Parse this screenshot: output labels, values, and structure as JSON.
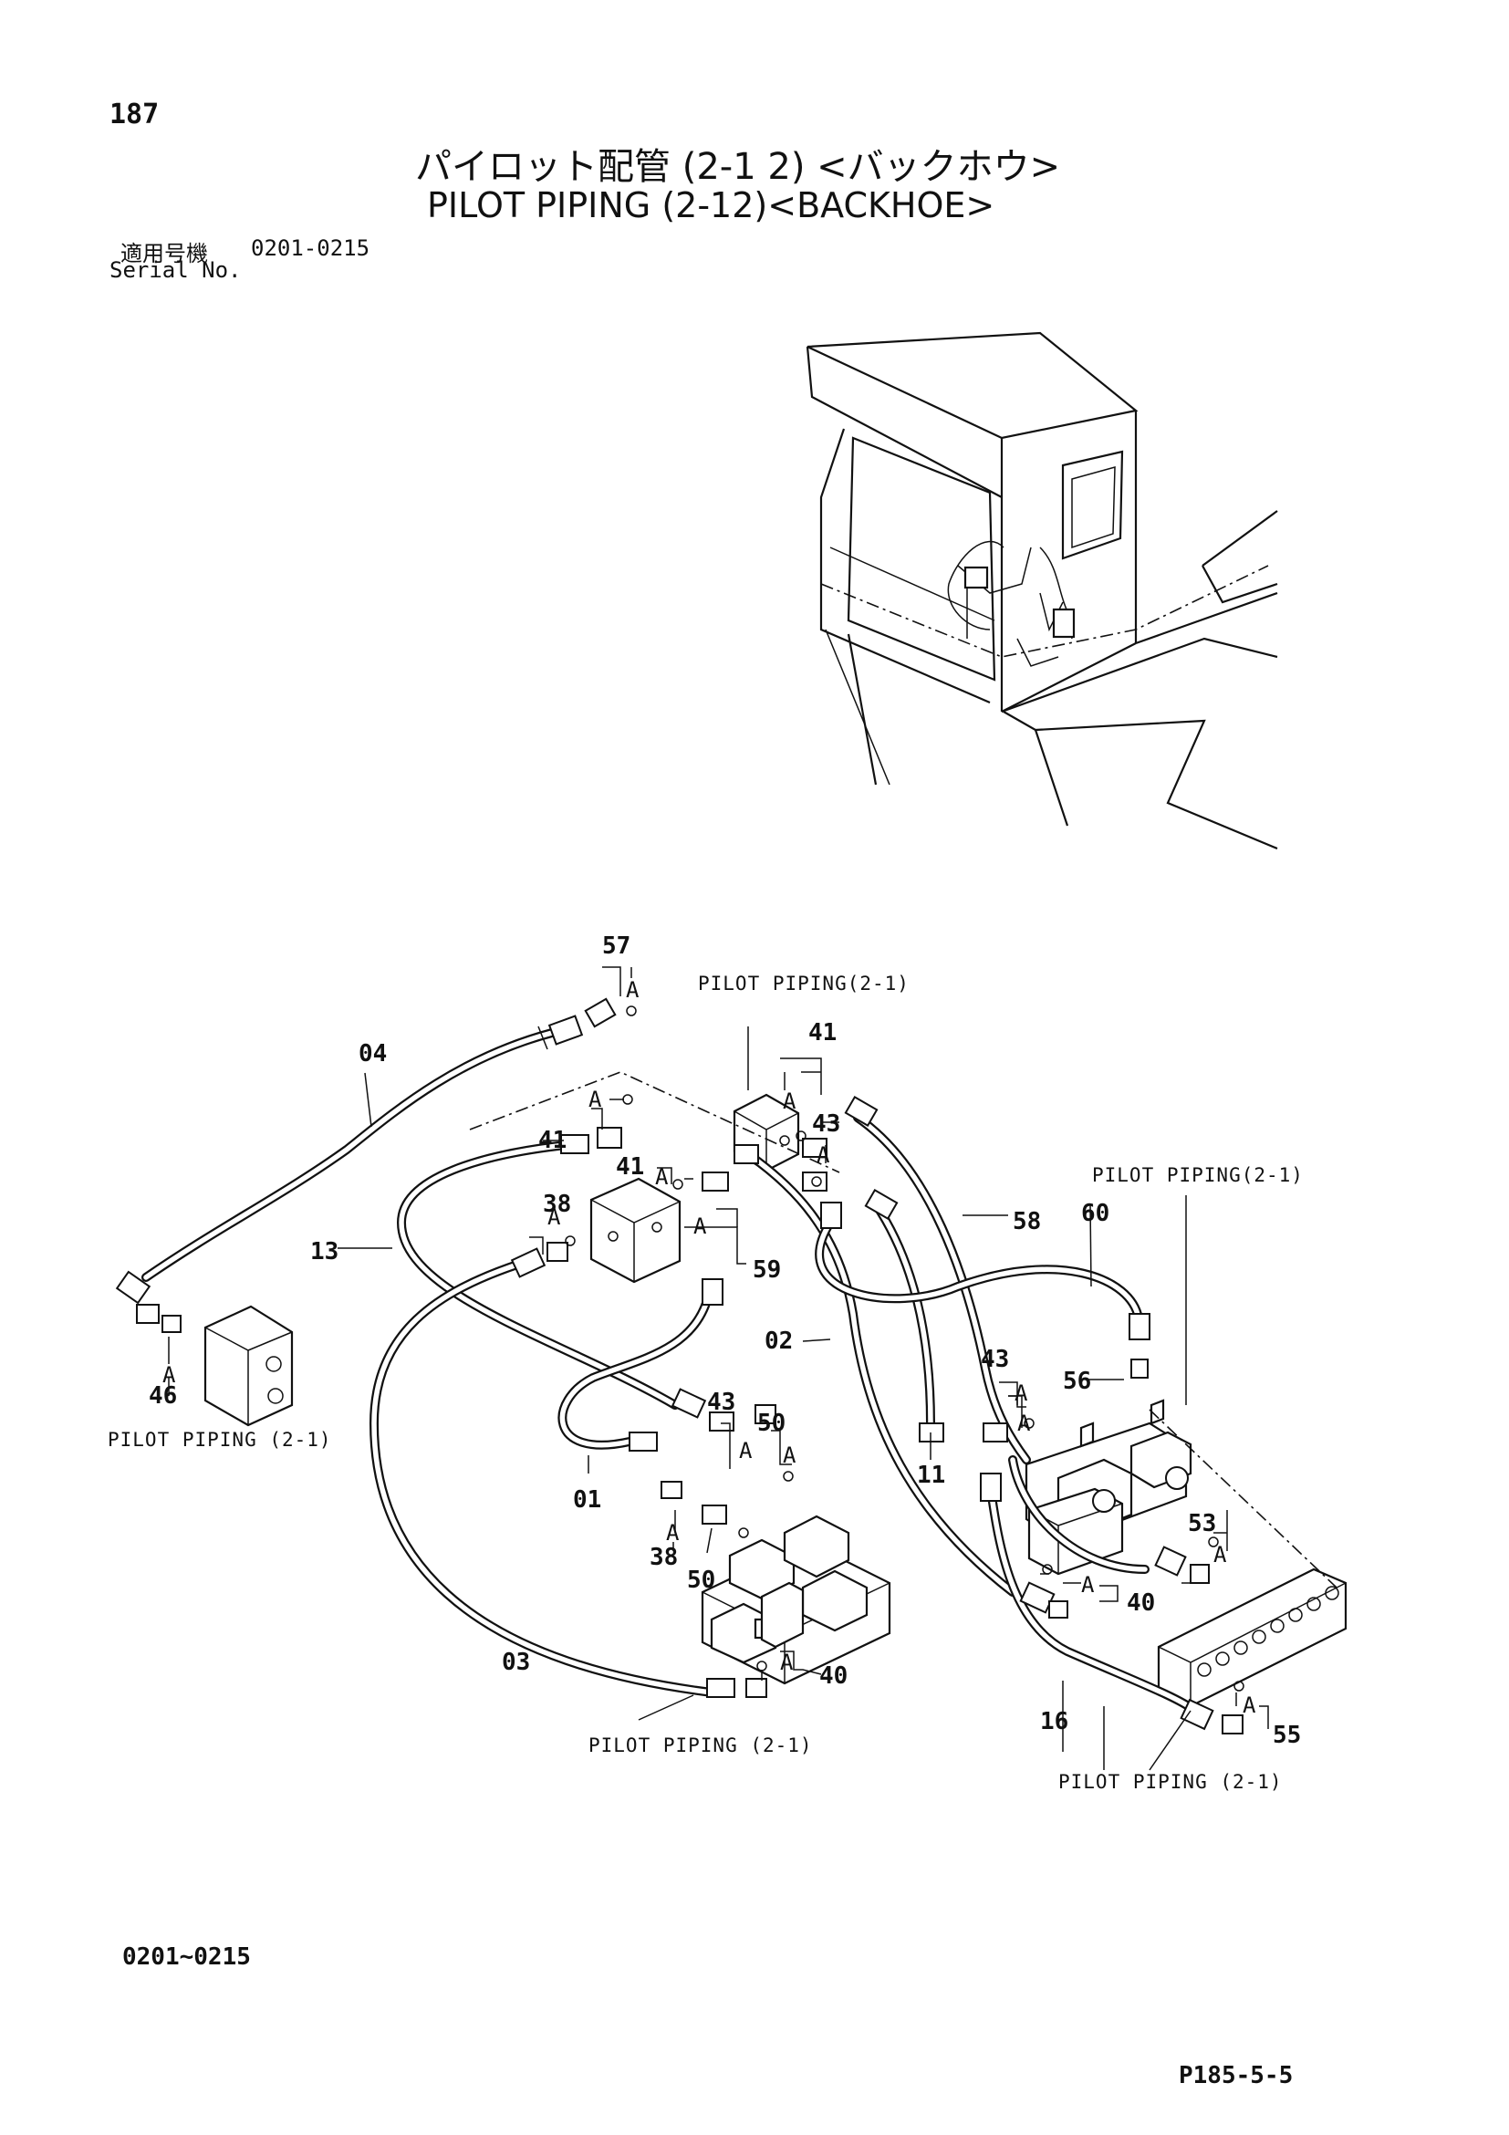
{
  "header": {
    "page_number": "187",
    "title_jp": "パイロット配管 (2-1 2) <バックホウ>",
    "title_en": "PILOT PIPING (2-12)<BACKHOE>",
    "serial_label_jp": "適用号機",
    "serial_range": "0201-0215",
    "serial_label_en": "Serial No."
  },
  "diagram": {
    "hoses": {
      "h04": "04",
      "h13": "13",
      "h03": "03",
      "h01": "01",
      "h02": "02",
      "h11": "11",
      "h16": "16",
      "h58": "58",
      "h60": "60"
    },
    "fittings": {
      "f57": "57",
      "f41a": "41",
      "f41b": "41",
      "f41c": "41",
      "f38a": "38",
      "f38b": "38",
      "f59": "59",
      "f43a": "43",
      "f43b": "43",
      "f43c": "43",
      "f50a": "50",
      "f50b": "50",
      "f46": "46",
      "f56": "56",
      "f53": "53",
      "f40a": "40",
      "f40b": "40",
      "f55": "55"
    },
    "detail_mark": "A",
    "refs": {
      "r1": "PILOT PIPING(2-1)",
      "r2": "PILOT PIPING(2-1)",
      "r3": "PILOT PIPING (2-1)",
      "r4": "PILOT PIPING (2-1)",
      "r5": "PILOT PIPING (2-1)"
    }
  },
  "footer": {
    "range": "0201~0215",
    "page_code": "P185-5-5"
  }
}
